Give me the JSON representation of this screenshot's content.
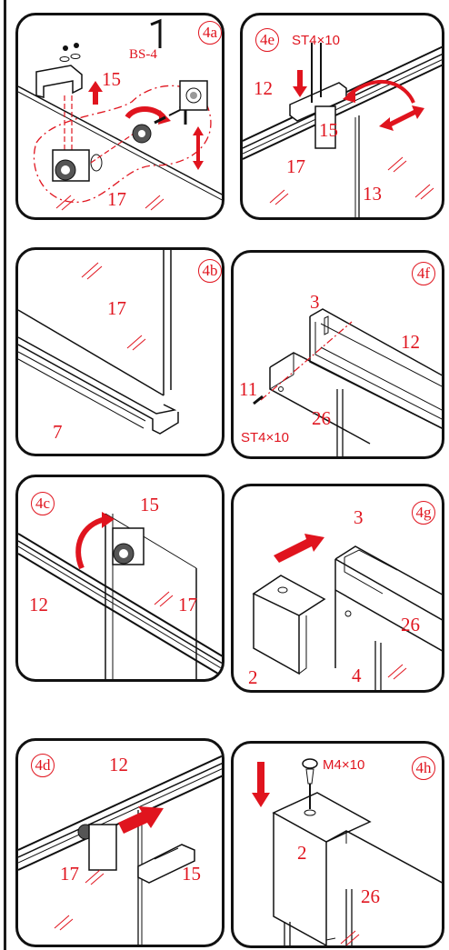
{
  "colors": {
    "label": "#e0141e",
    "line": "#111111",
    "glass": "#e0141e"
  },
  "panels": {
    "p4a": {
      "step": "4a",
      "labels": {
        "part15": "15",
        "part17": "17",
        "tool": "BS-4"
      }
    },
    "p4e": {
      "step": "4e",
      "labels": {
        "screw": "ST4×10",
        "part12": "12",
        "part15": "15",
        "part17": "17",
        "part13": "13"
      }
    },
    "p4b": {
      "step": "4b",
      "labels": {
        "part17": "17",
        "part7": "7"
      }
    },
    "p4f": {
      "step": "4f",
      "labels": {
        "part3": "3",
        "part12": "12",
        "part11": "11",
        "part26": "26",
        "screw": "ST4×10"
      }
    },
    "p4c": {
      "step": "4c",
      "labels": {
        "part15": "15",
        "part12": "12",
        "part17": "17"
      }
    },
    "p4g": {
      "step": "4g",
      "labels": {
        "part3": "3",
        "part26": "26",
        "part2": "2",
        "part4": "4"
      }
    },
    "p4d": {
      "step": "4d",
      "labels": {
        "part12": "12",
        "part17": "17",
        "part15": "15"
      }
    },
    "p4h": {
      "step": "4h",
      "labels": {
        "screw": "M4×10",
        "part2": "2",
        "part26": "26"
      }
    }
  }
}
